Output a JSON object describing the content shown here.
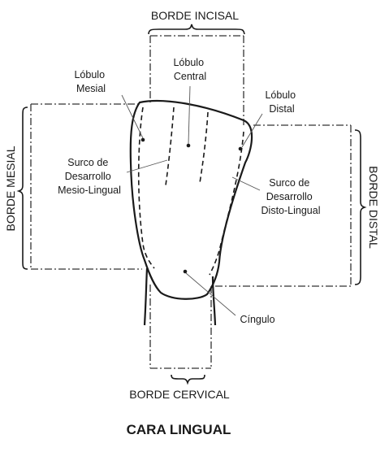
{
  "diagram": {
    "title": "CARA LINGUAL",
    "borders": {
      "incisal": "BORDE INCISAL",
      "cervical": "BORDE CERVICAL",
      "mesial": "BORDE MESIAL",
      "distal": "BORDE DISTAL"
    },
    "labels": {
      "lobulo_mesial": [
        "Lóbulo",
        "Mesial"
      ],
      "lobulo_central": [
        "Lóbulo",
        "Central"
      ],
      "lobulo_distal": [
        "Lóbulo",
        "Distal"
      ],
      "surco_mesio_lingual": [
        "Surco de",
        "Desarrollo",
        "Mesio-Lingual"
      ],
      "surco_disto_lingual": [
        "Surco de",
        "Desarrollo",
        "Disto-Lingual"
      ],
      "cingulo": [
        "Cíngulo"
      ]
    },
    "colors": {
      "ink": "#1a1a1a",
      "background": "#ffffff"
    }
  }
}
